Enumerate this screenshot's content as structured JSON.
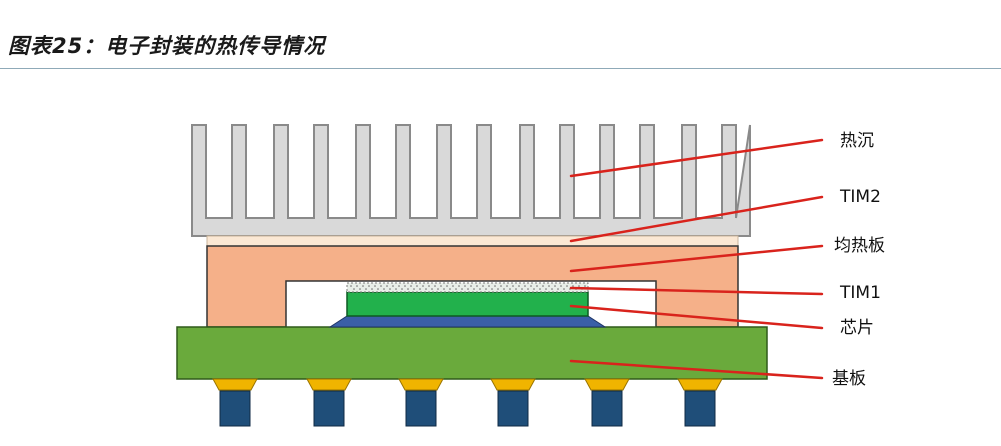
{
  "header": {
    "title": "图表25：电子封装的热传导情况"
  },
  "diagram": {
    "labels": {
      "heatsink": "热沉",
      "tim2": "TIM2",
      "spreader": "均热板",
      "tim1": "TIM1",
      "chip": "芯片",
      "substrate": "基板"
    },
    "colors": {
      "heatsink": "#d9d9d9",
      "heatsink_stroke": "#8a8a8a",
      "tim2": "#fbe8d4",
      "spreader": "#f5b089",
      "tim1": "#e8eee8",
      "chip": "#22b14c",
      "die_attach": "#3a5fa8",
      "substrate": "#6aaa3c",
      "solder": "#f0b400",
      "pin": "#1f4e79",
      "leader": "#d9231c"
    }
  }
}
